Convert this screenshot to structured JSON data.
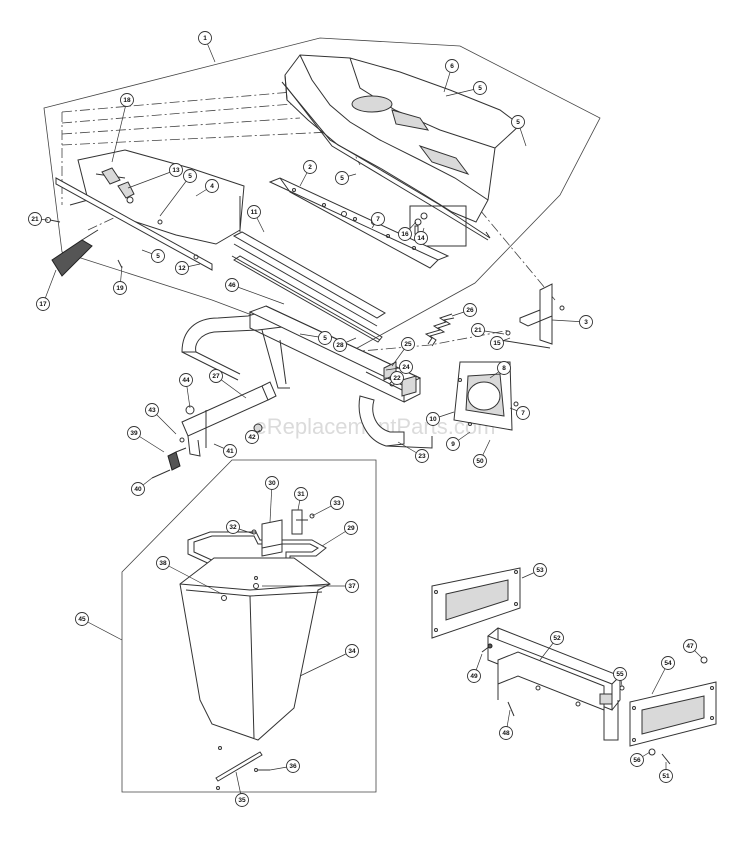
{
  "watermark": "eReplacementParts.com",
  "callouts": [
    {
      "label": "1"
    },
    {
      "label": "18"
    },
    {
      "label": "6"
    },
    {
      "label": "5"
    },
    {
      "label": "5"
    },
    {
      "label": "13"
    },
    {
      "label": "5"
    },
    {
      "label": "4"
    },
    {
      "label": "2"
    },
    {
      "label": "5"
    },
    {
      "label": "7"
    },
    {
      "label": "21"
    },
    {
      "label": "16"
    },
    {
      "label": "14"
    },
    {
      "label": "11"
    },
    {
      "label": "5"
    },
    {
      "label": "12"
    },
    {
      "label": "19"
    },
    {
      "label": "17"
    },
    {
      "label": "46"
    },
    {
      "label": "26"
    },
    {
      "label": "21"
    },
    {
      "label": "3"
    },
    {
      "label": "5"
    },
    {
      "label": "28"
    },
    {
      "label": "15"
    },
    {
      "label": "25"
    },
    {
      "label": "24"
    },
    {
      "label": "22"
    },
    {
      "label": "8"
    },
    {
      "label": "44"
    },
    {
      "label": "27"
    },
    {
      "label": "7"
    },
    {
      "label": "10"
    },
    {
      "label": "43"
    },
    {
      "label": "42"
    },
    {
      "label": "9"
    },
    {
      "label": "39"
    },
    {
      "label": "41"
    },
    {
      "label": "23"
    },
    {
      "label": "50"
    },
    {
      "label": "40"
    },
    {
      "label": "30"
    },
    {
      "label": "31"
    },
    {
      "label": "33"
    },
    {
      "label": "32"
    },
    {
      "label": "29"
    },
    {
      "label": "38"
    },
    {
      "label": "37"
    },
    {
      "label": "53"
    },
    {
      "label": "45"
    },
    {
      "label": "52"
    },
    {
      "label": "47"
    },
    {
      "label": "34"
    },
    {
      "label": "55"
    },
    {
      "label": "54"
    },
    {
      "label": "49"
    },
    {
      "label": "48"
    },
    {
      "label": "36"
    },
    {
      "label": "56"
    },
    {
      "label": "35"
    },
    {
      "label": "51"
    }
  ]
}
